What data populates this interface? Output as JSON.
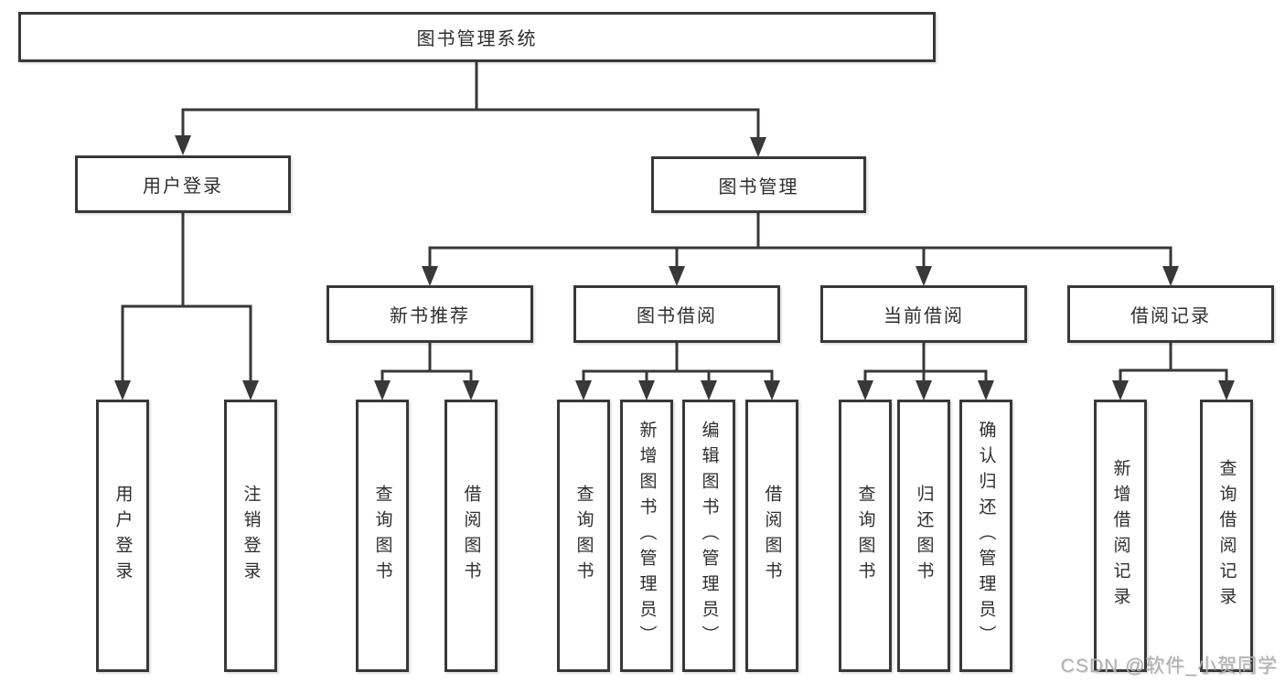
{
  "colors": {
    "line": "#383838",
    "box_border": "#383838",
    "text": "#2e2e2e",
    "watermark": "#b0b0b0",
    "background": "#ffffff"
  },
  "diagram": {
    "root": {
      "label": "图书管理系统"
    },
    "branches": {
      "user_login": {
        "label": "用户登录"
      },
      "book_mgmt": {
        "label": "图书管理"
      }
    },
    "modules": {
      "new_books": {
        "label": "新书推荐"
      },
      "book_borrow": {
        "label": "图书借阅"
      },
      "current_borrow": {
        "label": "当前借阅"
      },
      "borrow_records": {
        "label": "借阅记录"
      }
    },
    "leaves": {
      "user_login": {
        "label": "用户登录"
      },
      "logout": {
        "label": "注销登录"
      },
      "nb_query": {
        "label": "查询图书"
      },
      "nb_borrow": {
        "label": "借阅图书"
      },
      "bb_query": {
        "label": "查询图书"
      },
      "bb_add": {
        "label": "新增图书（管理员）"
      },
      "bb_edit": {
        "label": "编辑图书（管理员）"
      },
      "bb_borrow": {
        "label": "借阅图书"
      },
      "cb_query": {
        "label": "查询图书"
      },
      "cb_return": {
        "label": "归还图书"
      },
      "cb_confirm": {
        "label": "确认归还（管理员）"
      },
      "rec_add": {
        "label": "新增借阅记录"
      },
      "rec_query": {
        "label": "查询借阅记录"
      }
    }
  },
  "watermark": {
    "text": "CSDN @软件_小贺同学"
  }
}
